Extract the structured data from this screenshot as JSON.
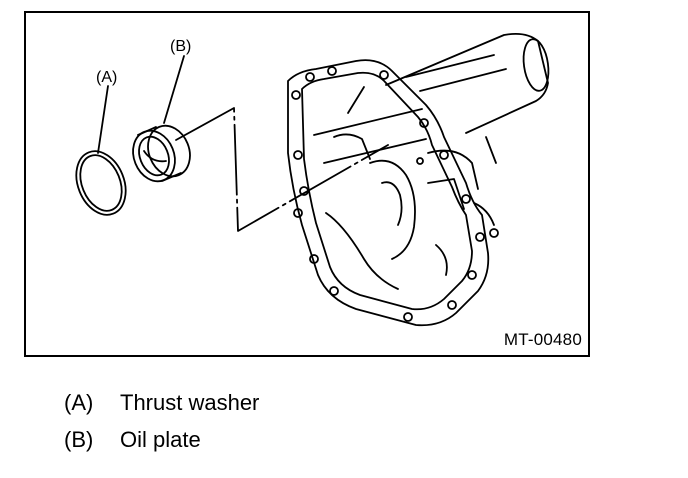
{
  "figure": {
    "id": "MT-00480",
    "callouts": [
      {
        "key": "(A)",
        "part": "thrust-washer"
      },
      {
        "key": "(B)",
        "part": "oil-plate"
      }
    ]
  },
  "legend": [
    {
      "key": "(A)",
      "label": "Thrust washer"
    },
    {
      "key": "(B)",
      "label": "Oil plate"
    }
  ]
}
